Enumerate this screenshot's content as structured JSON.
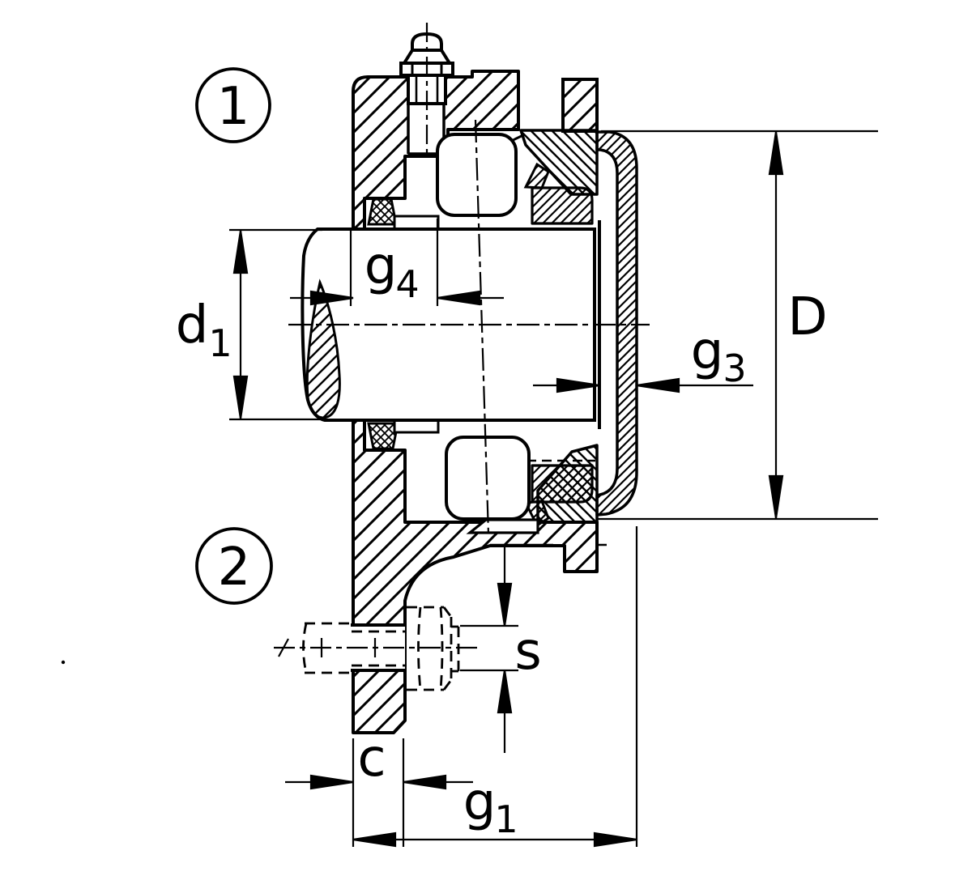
{
  "meta": {
    "background_color": "#ffffff",
    "line_color": "#000000",
    "drawing_type": "bearing-unit-cross-section"
  },
  "callouts": {
    "one": "1",
    "two": "2"
  },
  "dims": {
    "g4": {
      "main": "g",
      "sub": "4"
    },
    "d1": {
      "main": "d",
      "sub": "1"
    },
    "g3": {
      "main": "g",
      "sub": "3"
    },
    "D": {
      "main": "D",
      "sub": ""
    },
    "s": {
      "main": "s",
      "sub": ""
    },
    "c": {
      "main": "c",
      "sub": ""
    },
    "g1": {
      "main": "g",
      "sub": "1"
    }
  }
}
